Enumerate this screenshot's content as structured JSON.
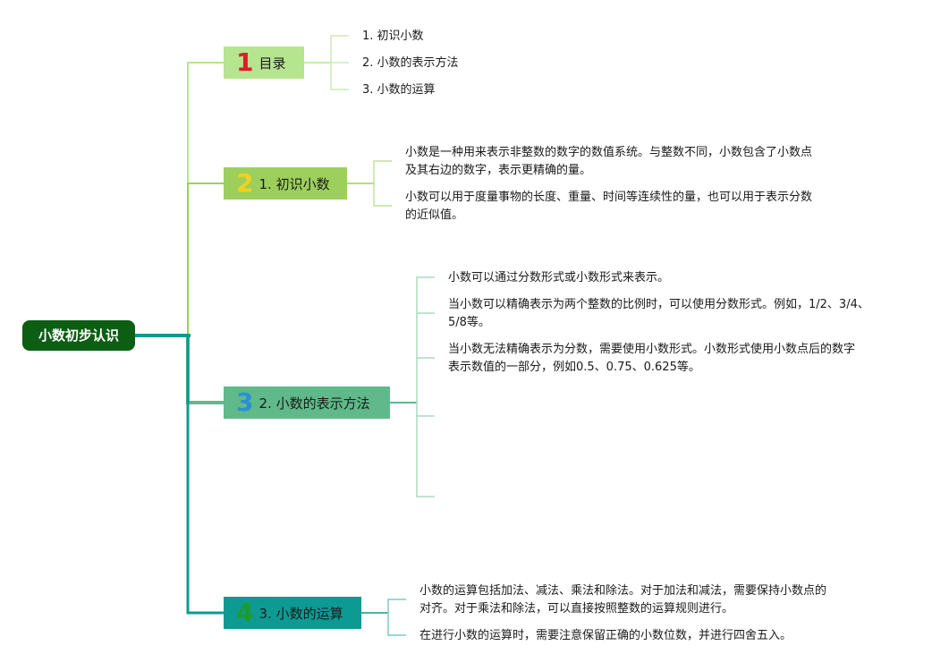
{
  "root": {
    "label": "小数初步认识"
  },
  "colors": {
    "root": "#0c5e12",
    "t1": "#b5e58e",
    "t2": "#9ccf5c",
    "t3": "#5fb98a",
    "t4": "#0d9a93",
    "n1": "#e01b2a",
    "n2": "#f2d11f",
    "n3": "#2b8fd6",
    "n4": "#1e9a2c"
  },
  "topics": [
    {
      "num": "1",
      "label": "目录",
      "items": [
        "1. 初识小数",
        "2. 小数的表示方法",
        "3. 小数的运算"
      ]
    },
    {
      "num": "2",
      "label": "1. 初识小数",
      "notes": [
        [
          "小数是一种用来表示非整数的数字的数值系统。与整数不同，小数包含了小数点",
          "及其右边的数字，表示更精确的量。"
        ],
        [
          "小数可以用于度量事物的长度、重量、时间等连续性的量，也可以用于表示分数",
          "的近似值。"
        ]
      ]
    },
    {
      "num": "3",
      "label": "2. 小数的表示方法",
      "notes": [
        [
          "小数可以通过分数形式或小数形式来表示。"
        ],
        [
          "当小数可以精确表示为两个整数的比例时，可以使用分数形式。例如，1/2、3/4、",
          "5/8等。"
        ],
        [
          "当小数无法精确表示为分数，需要使用小数形式。小数形式使用小数点后的数字",
          "表示数值的一部分，例如0.5、0.75、0.625等。"
        ]
      ]
    },
    {
      "num": "4",
      "label": "3. 小数的运算",
      "notes": [
        [
          "小数的运算包括加法、减法、乘法和除法。对于加法和减法，需要保持小数点的",
          "对齐。对于乘法和除法，可以直接按照整数的运算规则进行。"
        ],
        [
          "在进行小数的运算时，需要注意保留正确的小数位数，并进行四舍五入。"
        ]
      ]
    }
  ]
}
